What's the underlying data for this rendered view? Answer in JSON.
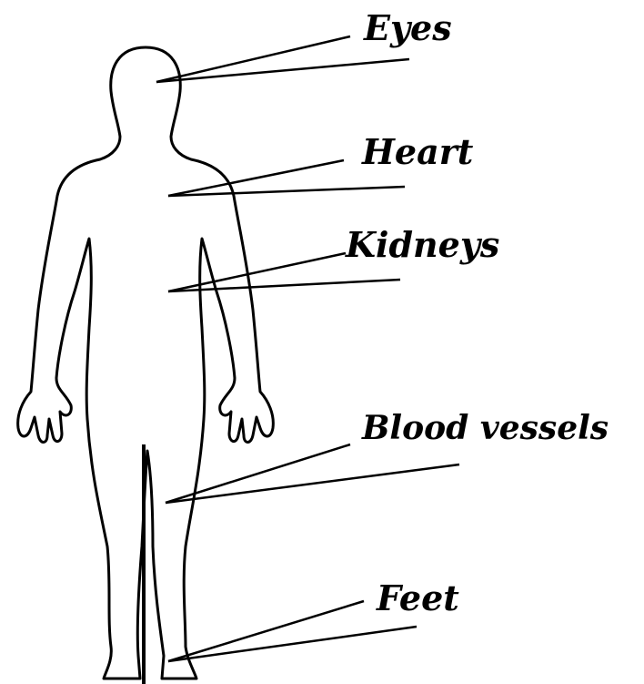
{
  "colors": {
    "ink": "#000000",
    "background": "#ffffff"
  },
  "labels": {
    "eyes": "Eyes",
    "heart": "Heart",
    "kidneys": "Kidneys",
    "blood_vessels": "Blood vessels",
    "feet": "Feet"
  }
}
